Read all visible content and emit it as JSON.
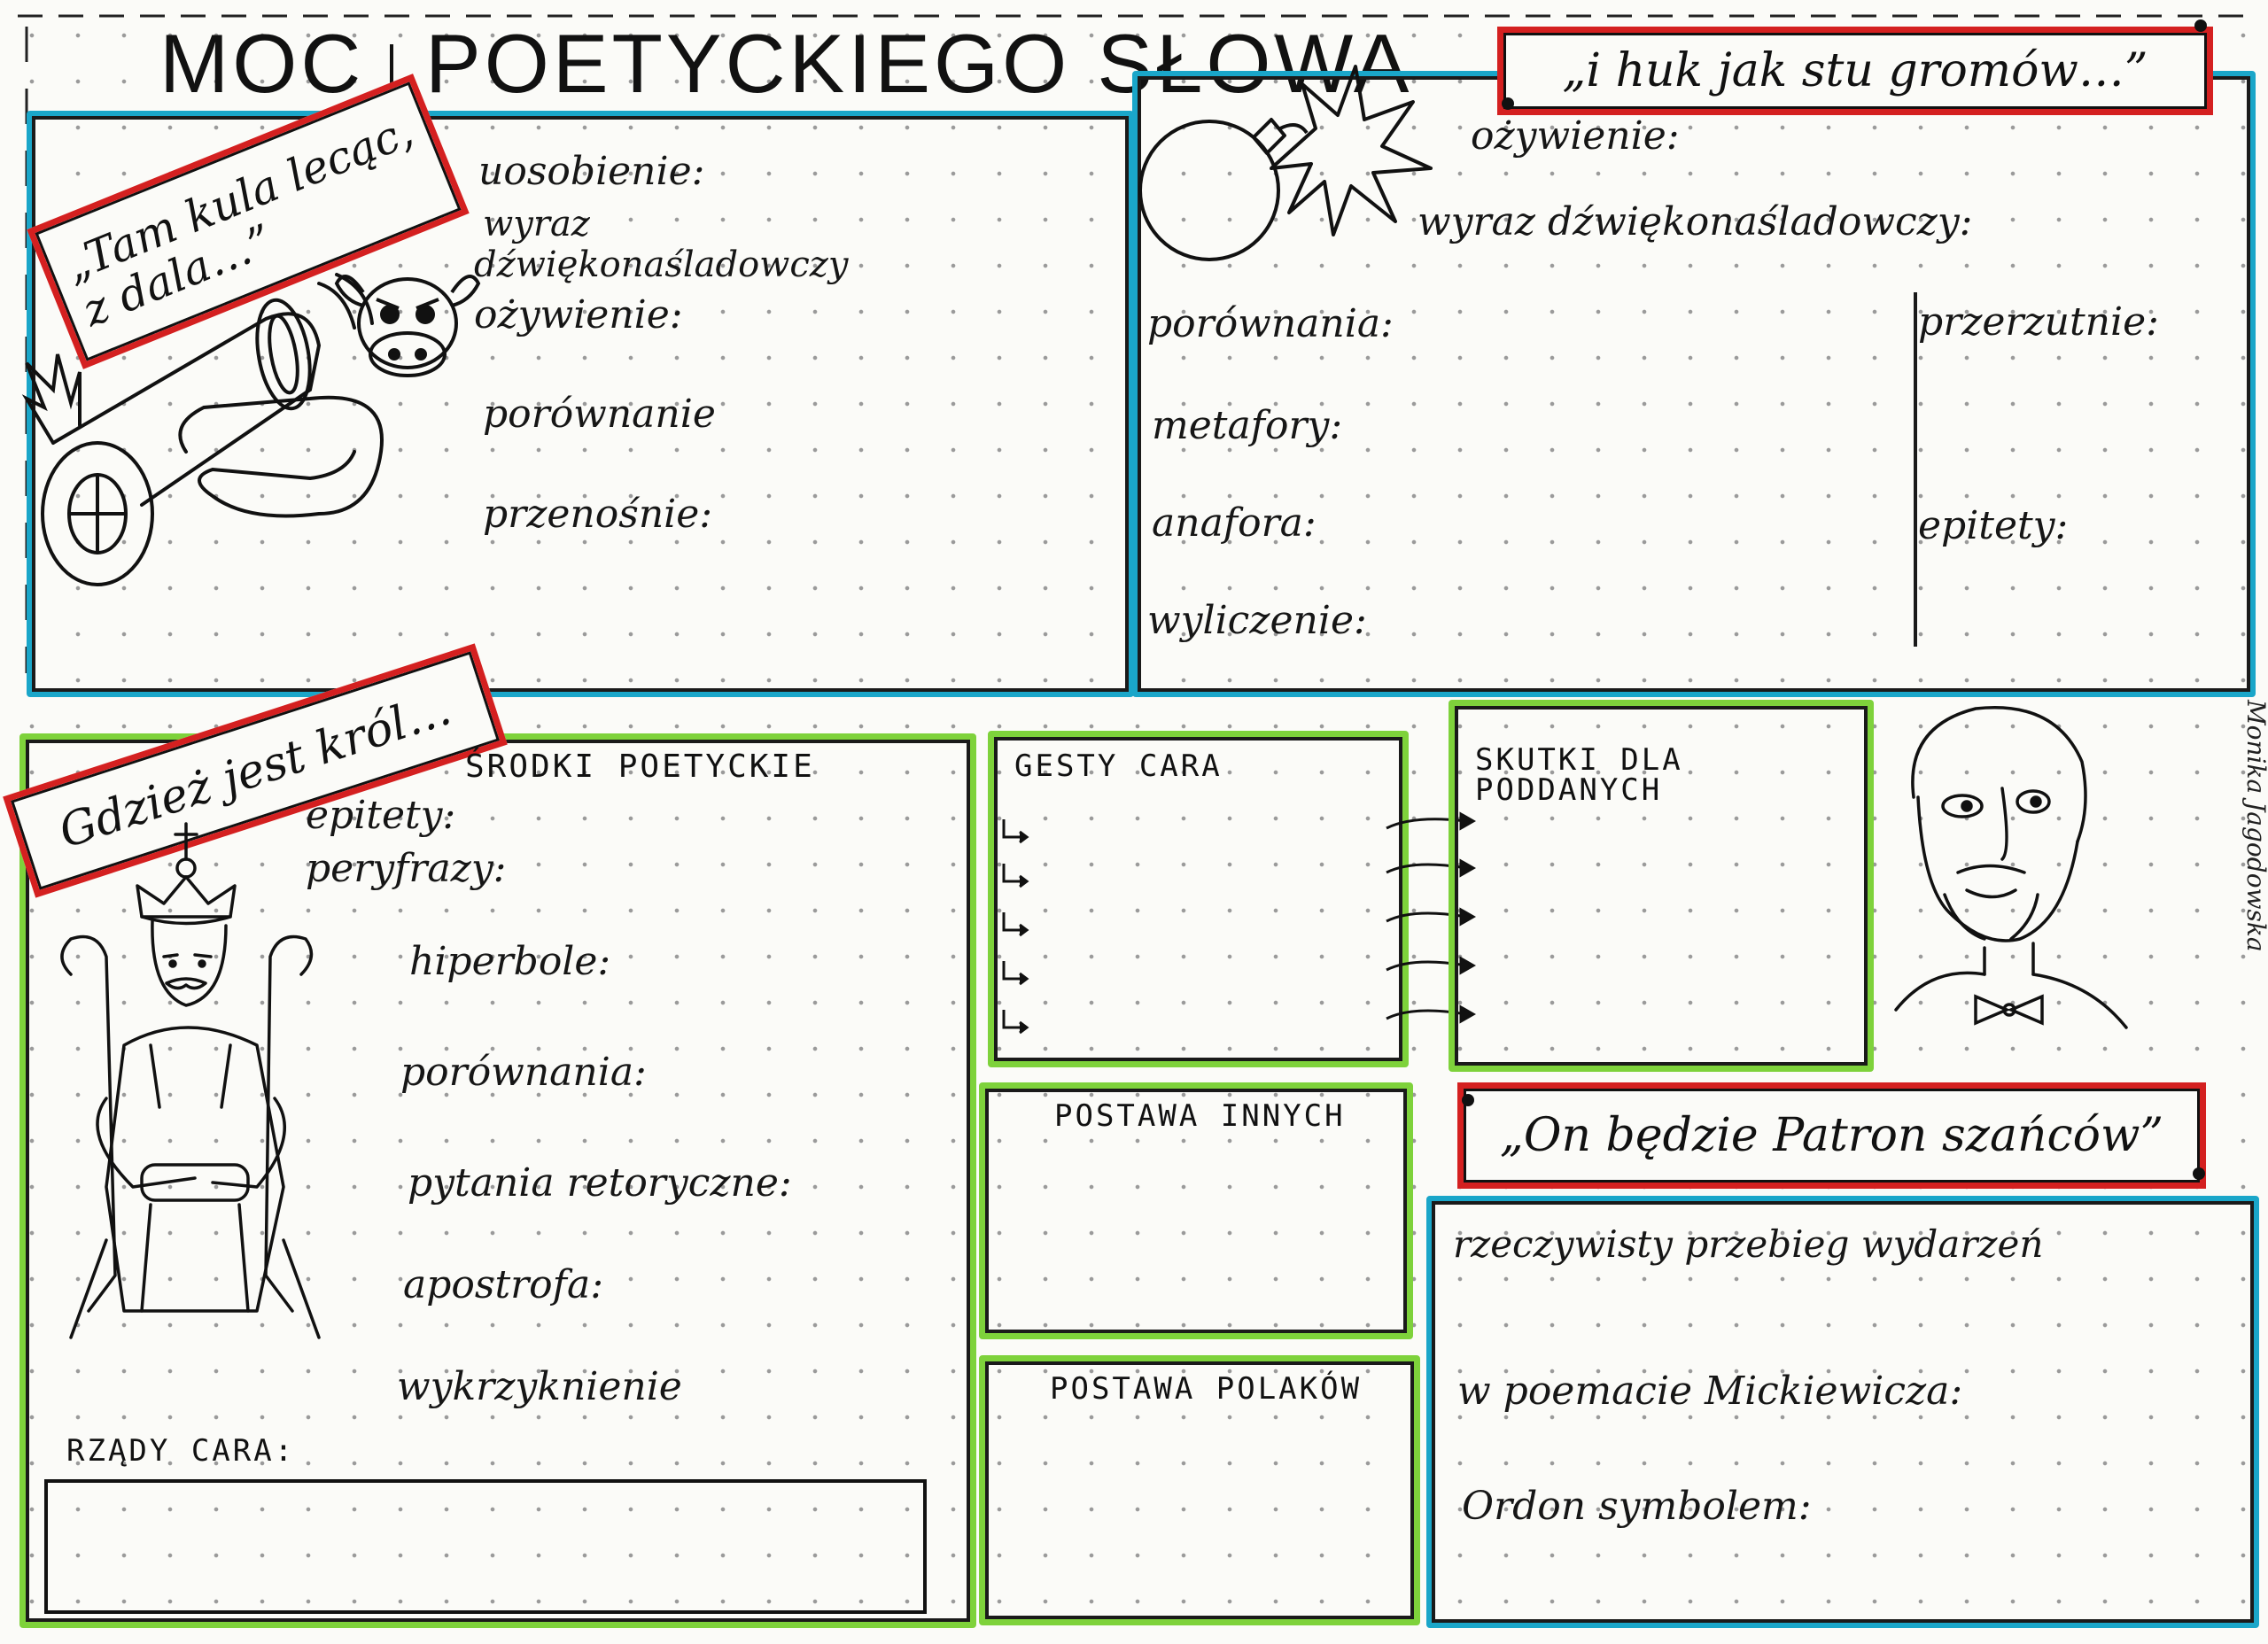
{
  "title": {
    "moc": "MOC",
    "rest": "POETYCKIEGO SŁOWA"
  },
  "section1": {
    "banner": "„Tam kula lecąc,\nz dala…”",
    "labels": [
      "uosobienie:",
      "wyraz",
      "dźwiękonaśladowczy",
      "ożywienie:",
      "porównanie",
      "przenośnie:"
    ]
  },
  "section2": {
    "banner": "„i huk jak stu gromów…”",
    "labels_left": [
      "ożywienie:",
      "wyraz dźwiękonaśladowczy:",
      "porównania:",
      "metafory:",
      "anafora:",
      "wyliczenie:"
    ],
    "labels_right": [
      "przerzutnie:",
      "epitety:"
    ]
  },
  "section3": {
    "banner": "Gdzież jest król…",
    "heading": "ŚRODKI POETYCKIE",
    "labels": [
      "epitety:",
      "peryfrazy:",
      "hiperbole:",
      "porównania:",
      "pytania retoryczne:",
      "apostrofa:",
      "wykrzyknienie"
    ],
    "footer_label": "RZĄDY CARA:"
  },
  "boxes": {
    "gesty": "GESTY CARA",
    "skutki_line1": "SKUTKI DLA",
    "skutki_line2": "PODDANYCH",
    "postawa_innych": "POSTAWA INNYCH",
    "postawa_polakow": "POSTAWA POLAKÓW"
  },
  "section4": {
    "banner": "„On będzie Patron szańców”",
    "labels": [
      "rzeczywisty przebieg wydarzeń",
      "w poemacie Mickiewicza:",
      "Ordon symbolem:"
    ]
  },
  "signature": "Monika Jagodowska",
  "colors": {
    "blue": "#1aa6c9",
    "green": "#7ed23b",
    "red": "#d42020",
    "ink": "#111111"
  },
  "icons": [
    "cannon-drawing",
    "bull-head-drawing",
    "bomb-explosion-drawing",
    "tsar-on-throne-drawing",
    "man-portrait-drawing"
  ]
}
